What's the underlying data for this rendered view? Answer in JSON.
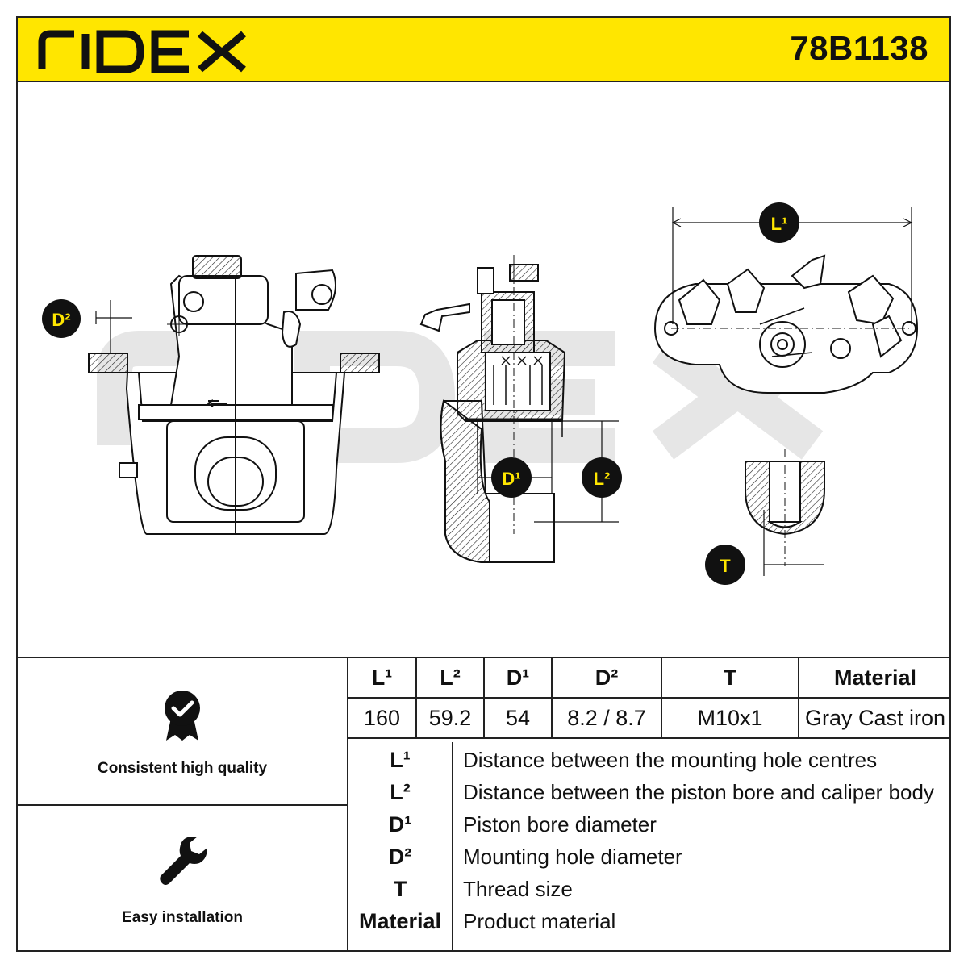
{
  "brand": "RIDEX",
  "part_number": "78B1138",
  "watermark": "RIDEX",
  "drawing_labels": {
    "d2": "D²",
    "l1": "L¹",
    "d1": "D¹",
    "l2": "L²",
    "t": "T"
  },
  "features": [
    {
      "label": "Consistent high quality",
      "icon": "quality-badge-icon"
    },
    {
      "label": "Easy installation",
      "icon": "wrench-icon"
    }
  ],
  "spec_table": {
    "headers": [
      "L¹",
      "L²",
      "D¹",
      "D²",
      "T",
      "Material"
    ],
    "values": [
      "160",
      "59.2",
      "54",
      "8.2 / 8.7",
      "M10x1",
      "Gray Cast iron"
    ]
  },
  "legend": [
    {
      "symbol": "L¹",
      "description": "Distance between the mounting hole centres"
    },
    {
      "symbol": "L²",
      "description": "Distance between the piston bore and caliper body"
    },
    {
      "symbol": "D¹",
      "description": "Piston bore diameter"
    },
    {
      "symbol": "D²",
      "description": "Mounting hole diameter"
    },
    {
      "symbol": "T",
      "description": "Thread size"
    },
    {
      "symbol": "Material",
      "description": "Product material"
    }
  ],
  "colors": {
    "accent": "#ffe600",
    "ink": "#111111",
    "watermark": "#e6e6e6"
  }
}
